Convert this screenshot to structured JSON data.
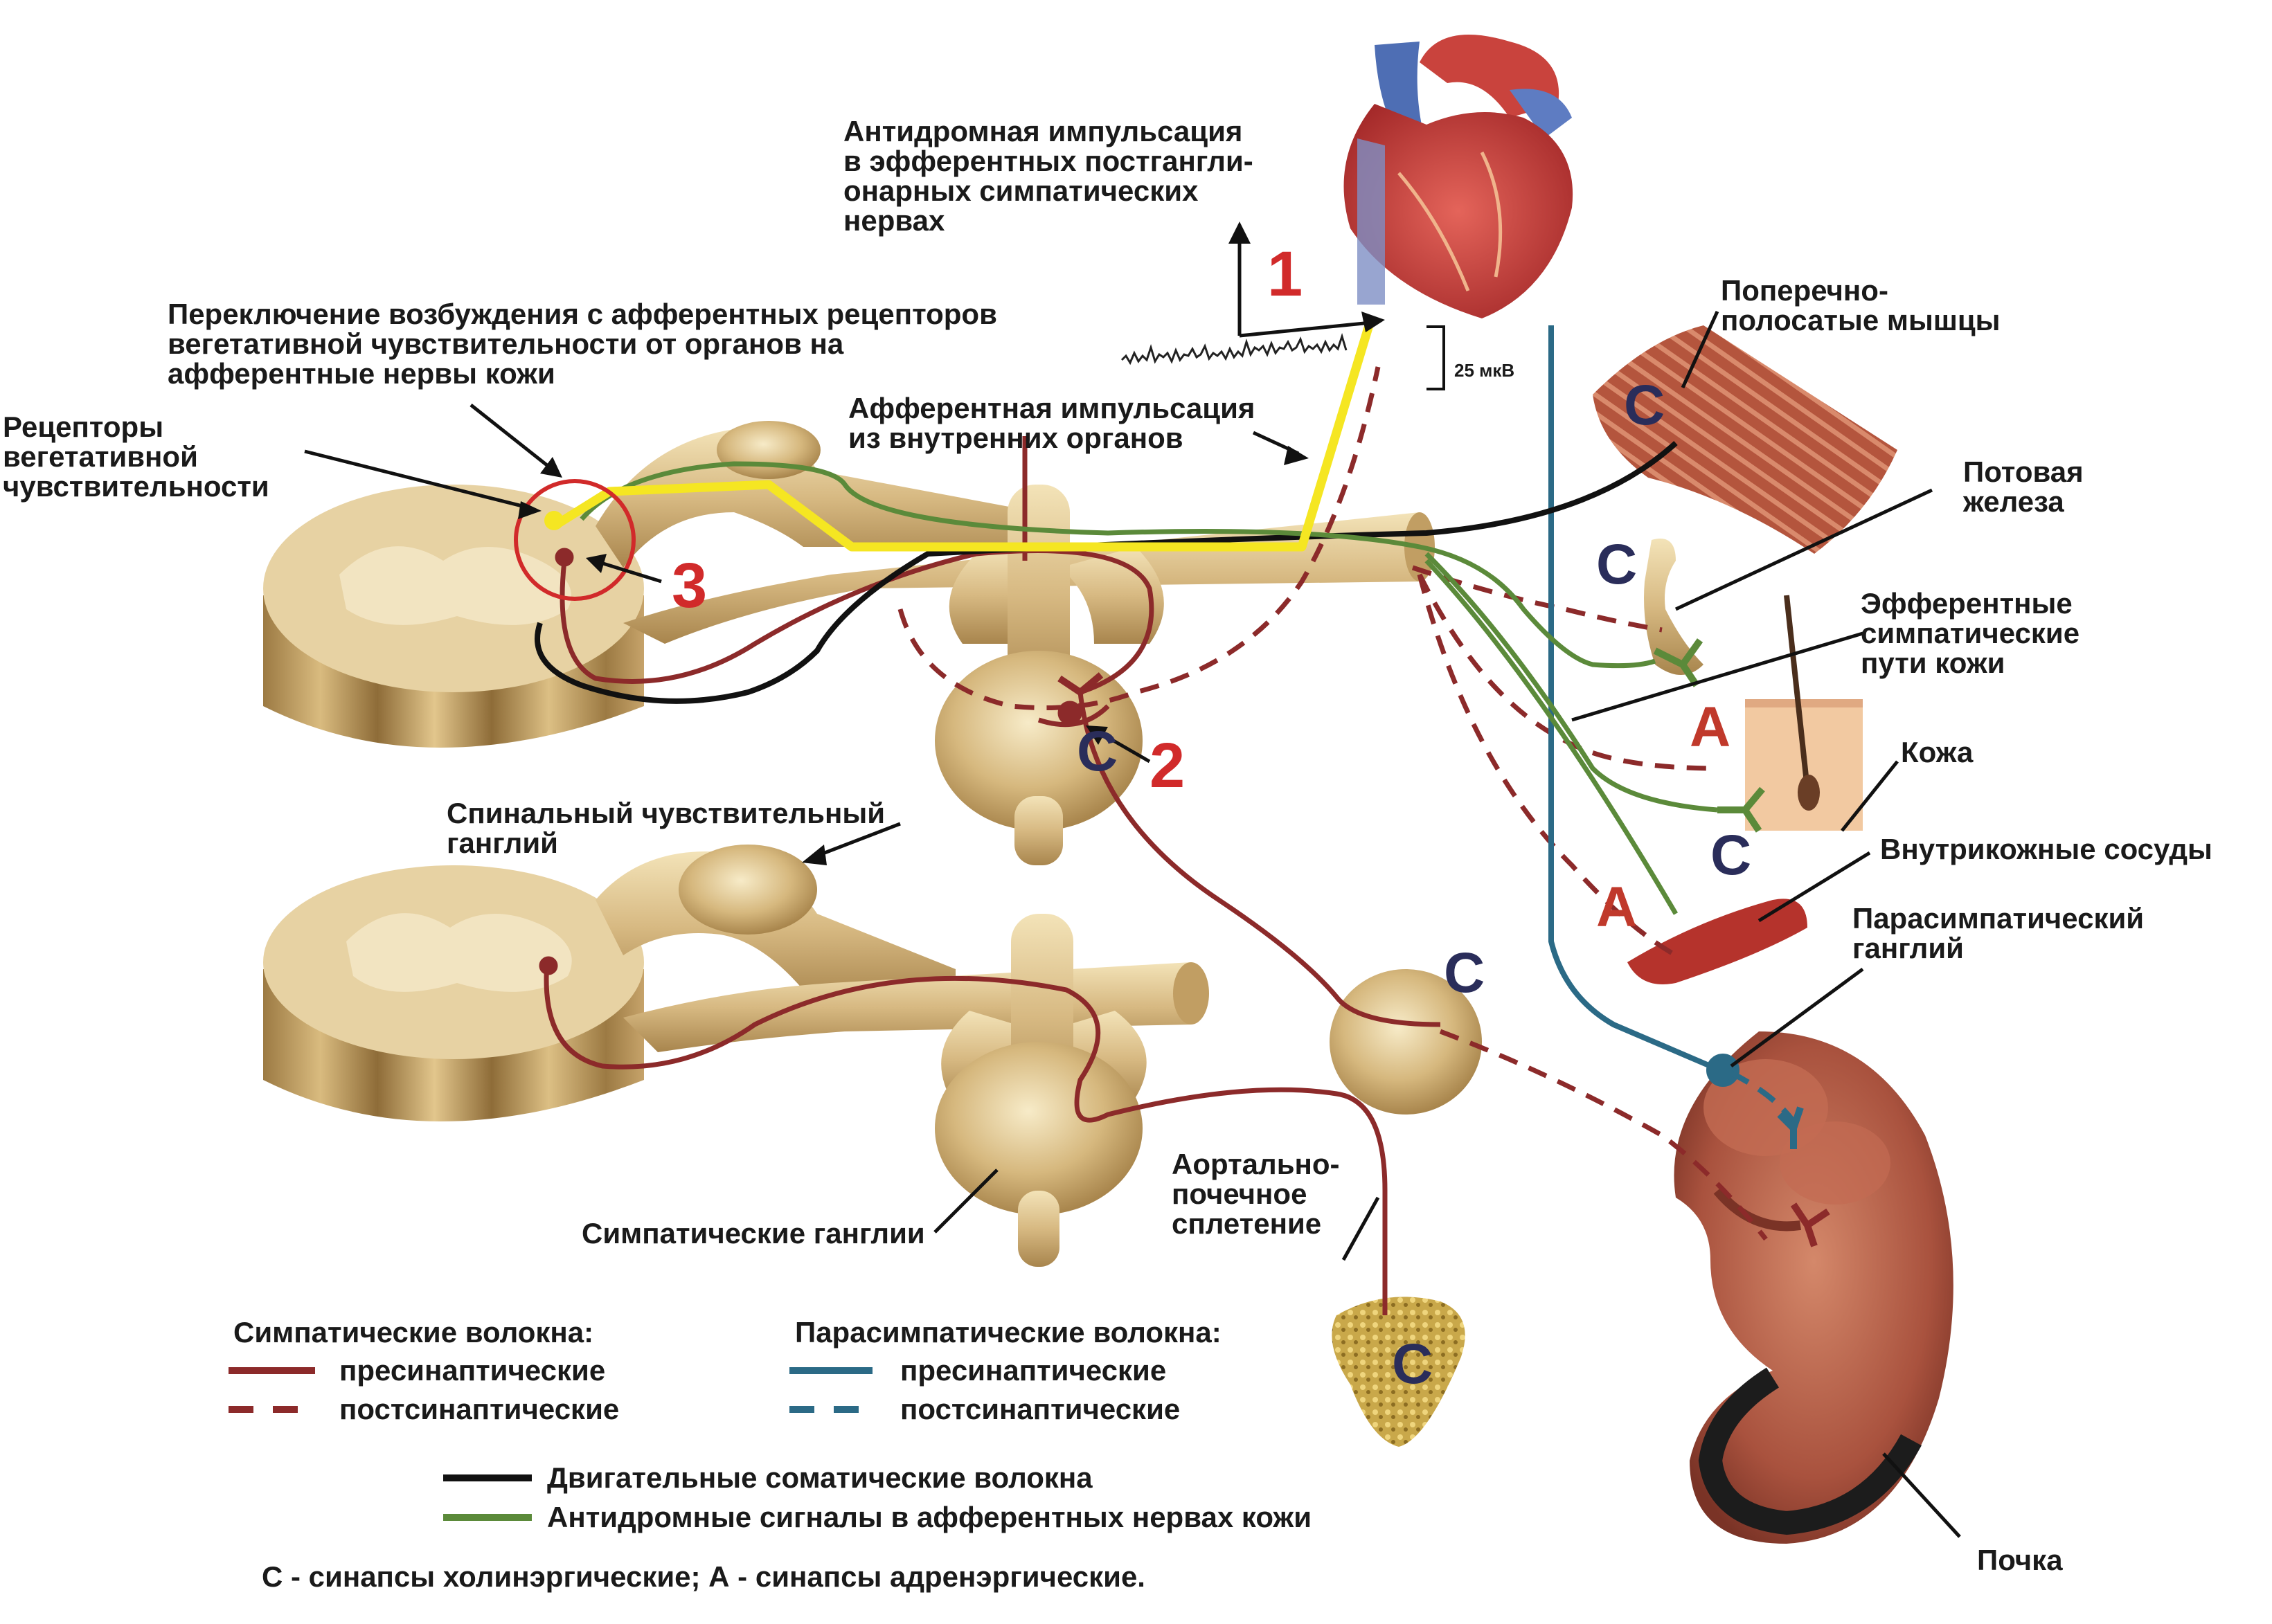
{
  "labels": {
    "antidromic": [
      "Антидромная импульсация",
      "в эфферентных постгангли-",
      "онарных симпатических",
      "нервах"
    ],
    "switching": [
      "Переключение возбуждения с афферентных рецепторов",
      "вегетативной чувствительности от органов на",
      "афферентные нервы кожи"
    ],
    "receptors": [
      "Рецепторы",
      "вегетативной",
      "чувствительности"
    ],
    "afferent": [
      "Афферентная импульсация",
      "из внутренних органов"
    ],
    "skeletal": [
      "Поперечно-",
      "полосатые мышцы"
    ],
    "sweat": [
      "Потовая",
      "железа"
    ],
    "efferent": [
      "Эфферентные",
      "симпатические",
      "пути кожи"
    ],
    "skin": "Кожа",
    "vessels": "Внутрикожные сосуды",
    "parasym_ganglion": [
      "Парасимпатический",
      "ганглий"
    ],
    "spinal_ganglion": [
      "Спинальный чувствительный",
      "ганглий"
    ],
    "aortic": [
      "Аортально-",
      "почечное",
      "сплетение"
    ],
    "sym_ganglia": "Симпатические ганглии",
    "kidney": "Почка",
    "scale": "25 мкВ"
  },
  "markers": {
    "n1": "1",
    "n2": "2",
    "n3": "3"
  },
  "synapses": {
    "c": "C",
    "a": "A"
  },
  "legend": {
    "sym_title": "Симпатические волокна:",
    "parasym_title": "Парасимпатические волокна:",
    "presynaptic": "пресинаптические",
    "postsynaptic": "постсинаптические",
    "motor": "Двигательные соматические волокна",
    "antidromic_skin": "Антидромные сигналы в афферентных нервах кожи",
    "note": "С - синапсы холинэргические; А - синапсы адренэргические."
  },
  "colors": {
    "sympathetic": "#8c2a2a",
    "parasympathetic": "#2b6a86",
    "motor": "#111111",
    "antidromic": "#5b8a3a",
    "afferent": "#f5e622",
    "tissue": "#d7b982",
    "marker": "#d12a2a"
  }
}
